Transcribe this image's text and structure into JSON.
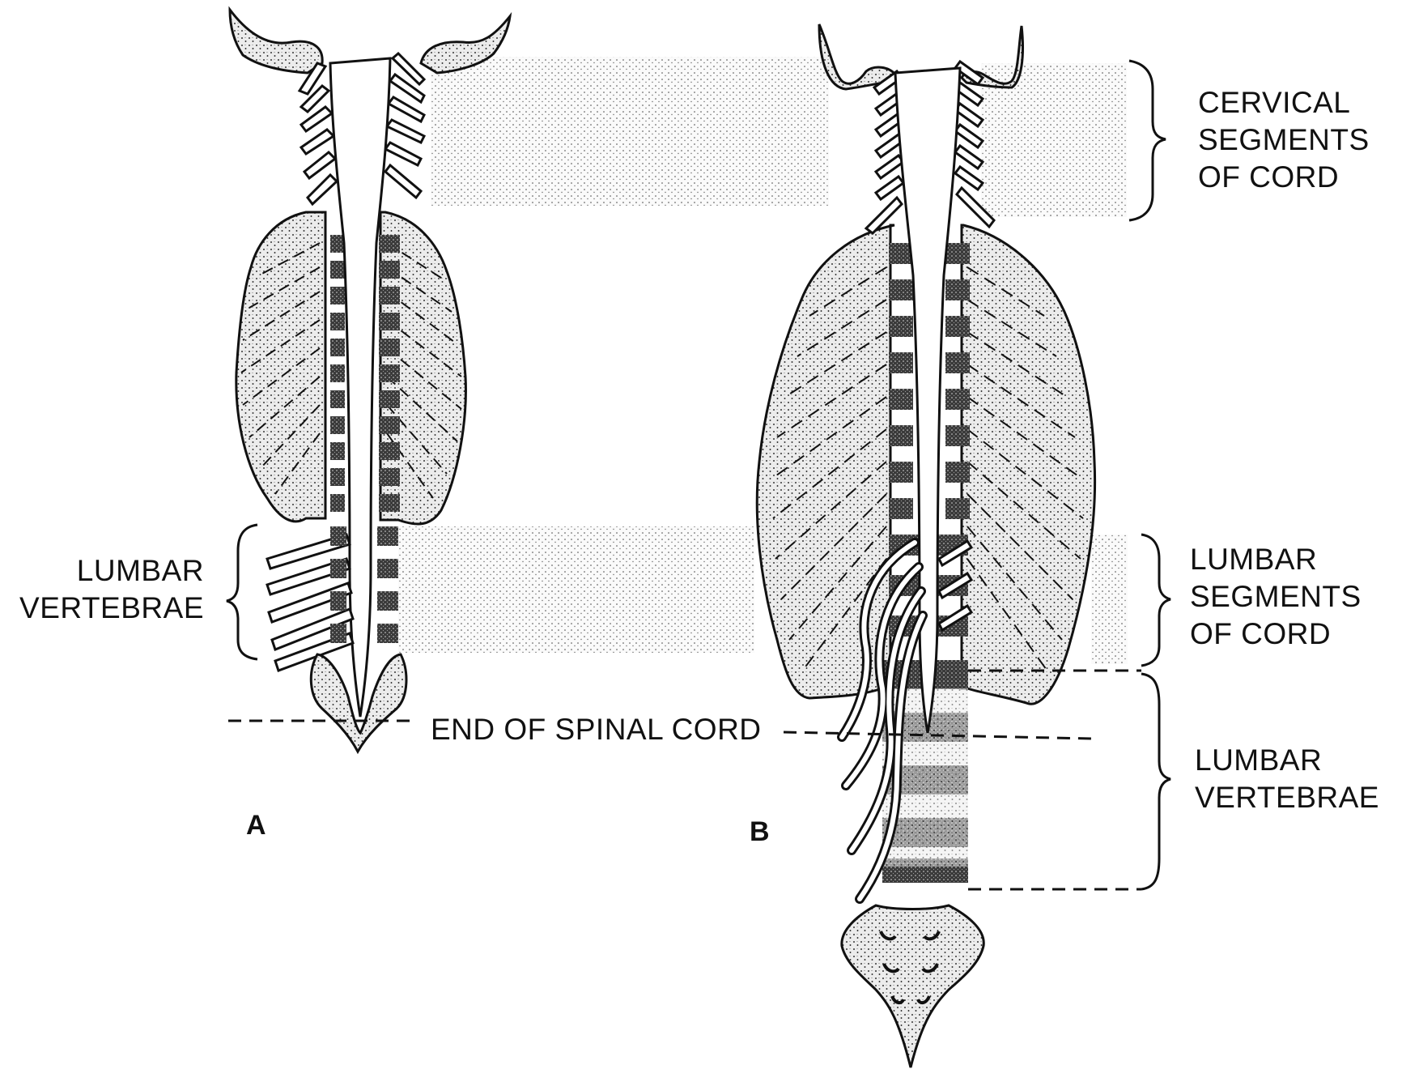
{
  "labels": {
    "cervical_segments": [
      "CERVICAL",
      "SEGMENTS",
      "OF CORD"
    ],
    "lumbar_vertebrae_a": [
      "LUMBAR",
      "VERTEBRAE"
    ],
    "lumbar_segments": [
      "LUMBAR",
      "SEGMENTS",
      "OF CORD"
    ],
    "lumbar_vertebrae_b": [
      "LUMBAR",
      "VERTEBRAE"
    ],
    "end_of_spinal_cord": "END OF SPINAL CORD",
    "panel_a": "A",
    "panel_b": "B"
  },
  "colors": {
    "ink": "#111111",
    "stipple_dot": "#2b2b2b",
    "stipple_background": "#ffffff",
    "band_fill": "#f2f2f2"
  }
}
